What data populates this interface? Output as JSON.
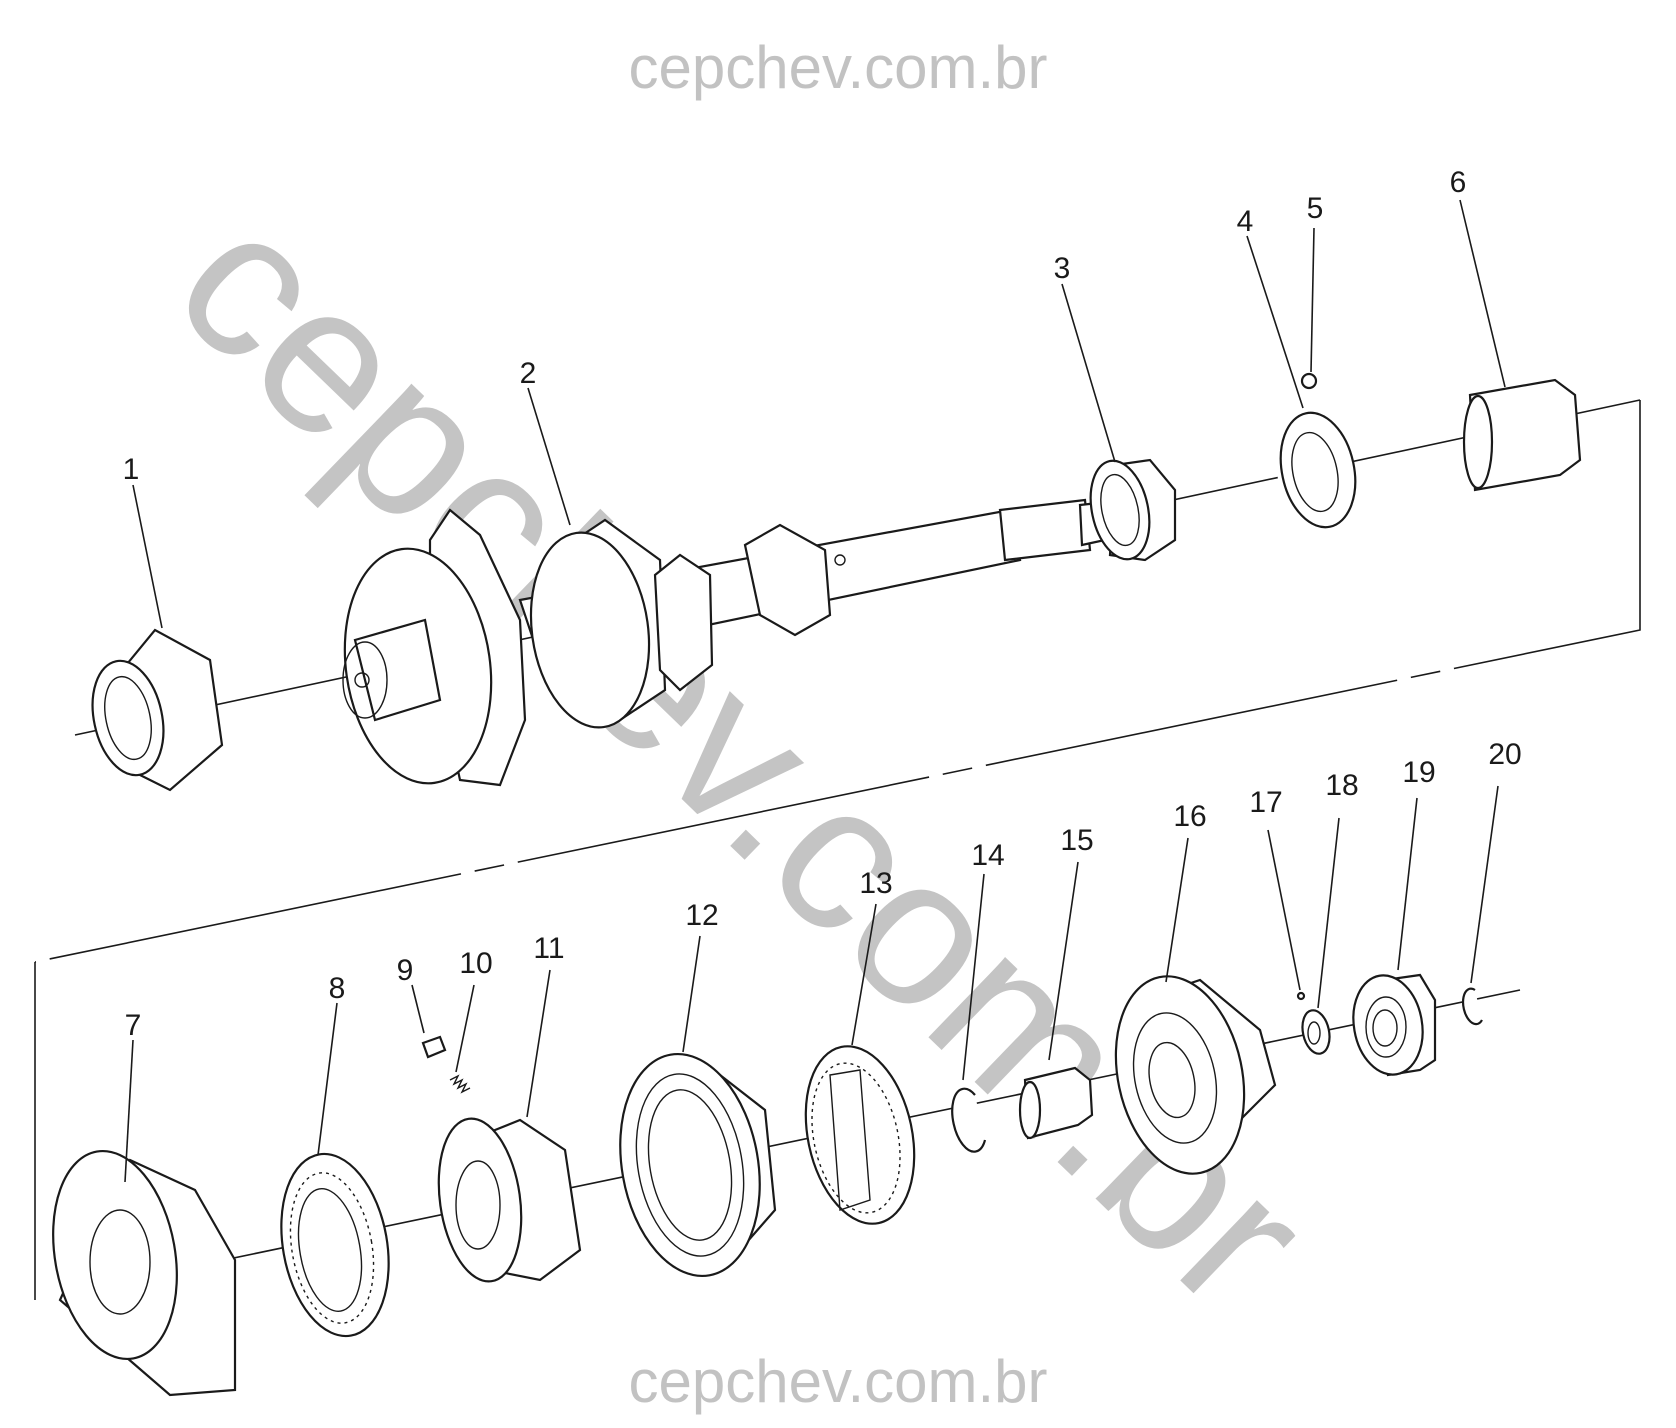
{
  "watermark": {
    "top": "cepchev.com.br",
    "bottom": "cepchev.com.br",
    "diagonal": "cepchev.com.br"
  },
  "callouts": {
    "c1": "1",
    "c2": "2",
    "c3": "3",
    "c4": "4",
    "c5": "5",
    "c6": "6",
    "c7": "7",
    "c8": "8",
    "c9": "9",
    "c10": "10",
    "c11": "11",
    "c12": "12",
    "c13": "13",
    "c14": "14",
    "c15": "15",
    "c16": "16",
    "c17": "17",
    "c18": "18",
    "c19": "19",
    "c20": "20"
  },
  "colors": {
    "line": "#1a1a1a",
    "watermark": "#c2c2c2",
    "background": "#ffffff"
  }
}
